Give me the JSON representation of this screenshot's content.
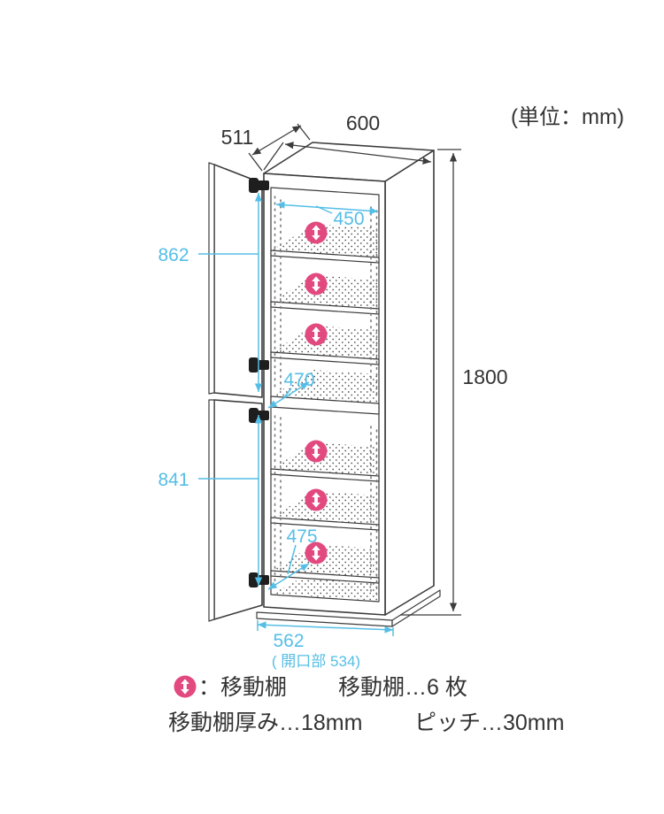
{
  "unit_note": "(単位：mm)",
  "colors": {
    "line": "#3c3c3c",
    "dim_blue": "#55bee6",
    "marker_pink": "#e2497e"
  },
  "dims": {
    "width": "600",
    "depth": "511",
    "height": "1800",
    "inner_width": "450",
    "upper_height": "862",
    "upper_depth": "470",
    "lower_height": "841",
    "lower_depth": "475",
    "base_width": "562",
    "opening": "( 開口部 534)"
  },
  "legend": {
    "marker_label": "：移動棚",
    "count_label": "移動棚…6 枚",
    "thickness_label": "移動棚厚み…18mm",
    "pitch_label": "ピッチ…30mm"
  }
}
